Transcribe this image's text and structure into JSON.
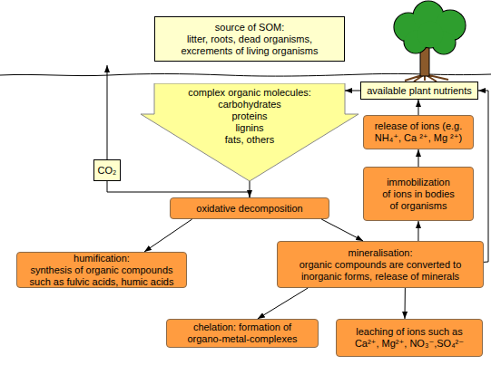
{
  "diagram": {
    "nodes": [
      {
        "text": [
          "source of SOM:",
          "litter, roots, dead organisms, excrements of living organisms"
        ]
      },
      {
        "text": [
          "available plant nutrients"
        ]
      },
      {
        "text": [
          "complex organic molecules:",
          "carbohydrates",
          "proteins",
          "lignins",
          "fats, others"
        ]
      },
      {
        "text": [
          "release of ions (e.g. NH₄⁺, Ca ²⁺, Mg ²⁺)"
        ]
      },
      {
        "text": [
          "CO₂"
        ]
      },
      {
        "text": [
          "immobilization of ions in bodies of organisms"
        ]
      },
      {
        "text": [
          "oxidative decomposition"
        ]
      },
      {
        "text": [
          "humification:",
          "synthesis of organic compounds such as fulvic acids, humic acids"
        ]
      },
      {
        "text": [
          "mineralisation:",
          "organic compounds are converted to inorganic forms, release of minerals"
        ]
      },
      {
        "text": [
          "chelation: formation of organo-metal-complexes"
        ]
      },
      {
        "text": [
          "leaching of ions such as Ca²⁺, Mg²⁺, NO₃⁻,SO₄²⁻"
        ]
      }
    ],
    "edges": [
      {
        "from": 1,
        "to": 2,
        "arrow": "to"
      },
      {
        "from": 2,
        "to": 6,
        "arrow": "to"
      },
      {
        "from": 6,
        "to": 4,
        "arrow": "none"
      },
      {
        "from": 6,
        "to": 7,
        "arrow": "to"
      },
      {
        "from": 6,
        "to": 8,
        "arrow": "to"
      },
      {
        "from": 8,
        "to": 5,
        "arrow": "to"
      },
      {
        "from": 5,
        "to": 3,
        "arrow": "to"
      },
      {
        "from": 3,
        "to": 1,
        "arrow": "to"
      },
      {
        "from": 8,
        "to": 1,
        "arrow": "to"
      },
      {
        "from": 8,
        "to": 9,
        "arrow": "to"
      },
      {
        "from": 8,
        "to": 10,
        "arrow": "to"
      }
    ]
  }
}
